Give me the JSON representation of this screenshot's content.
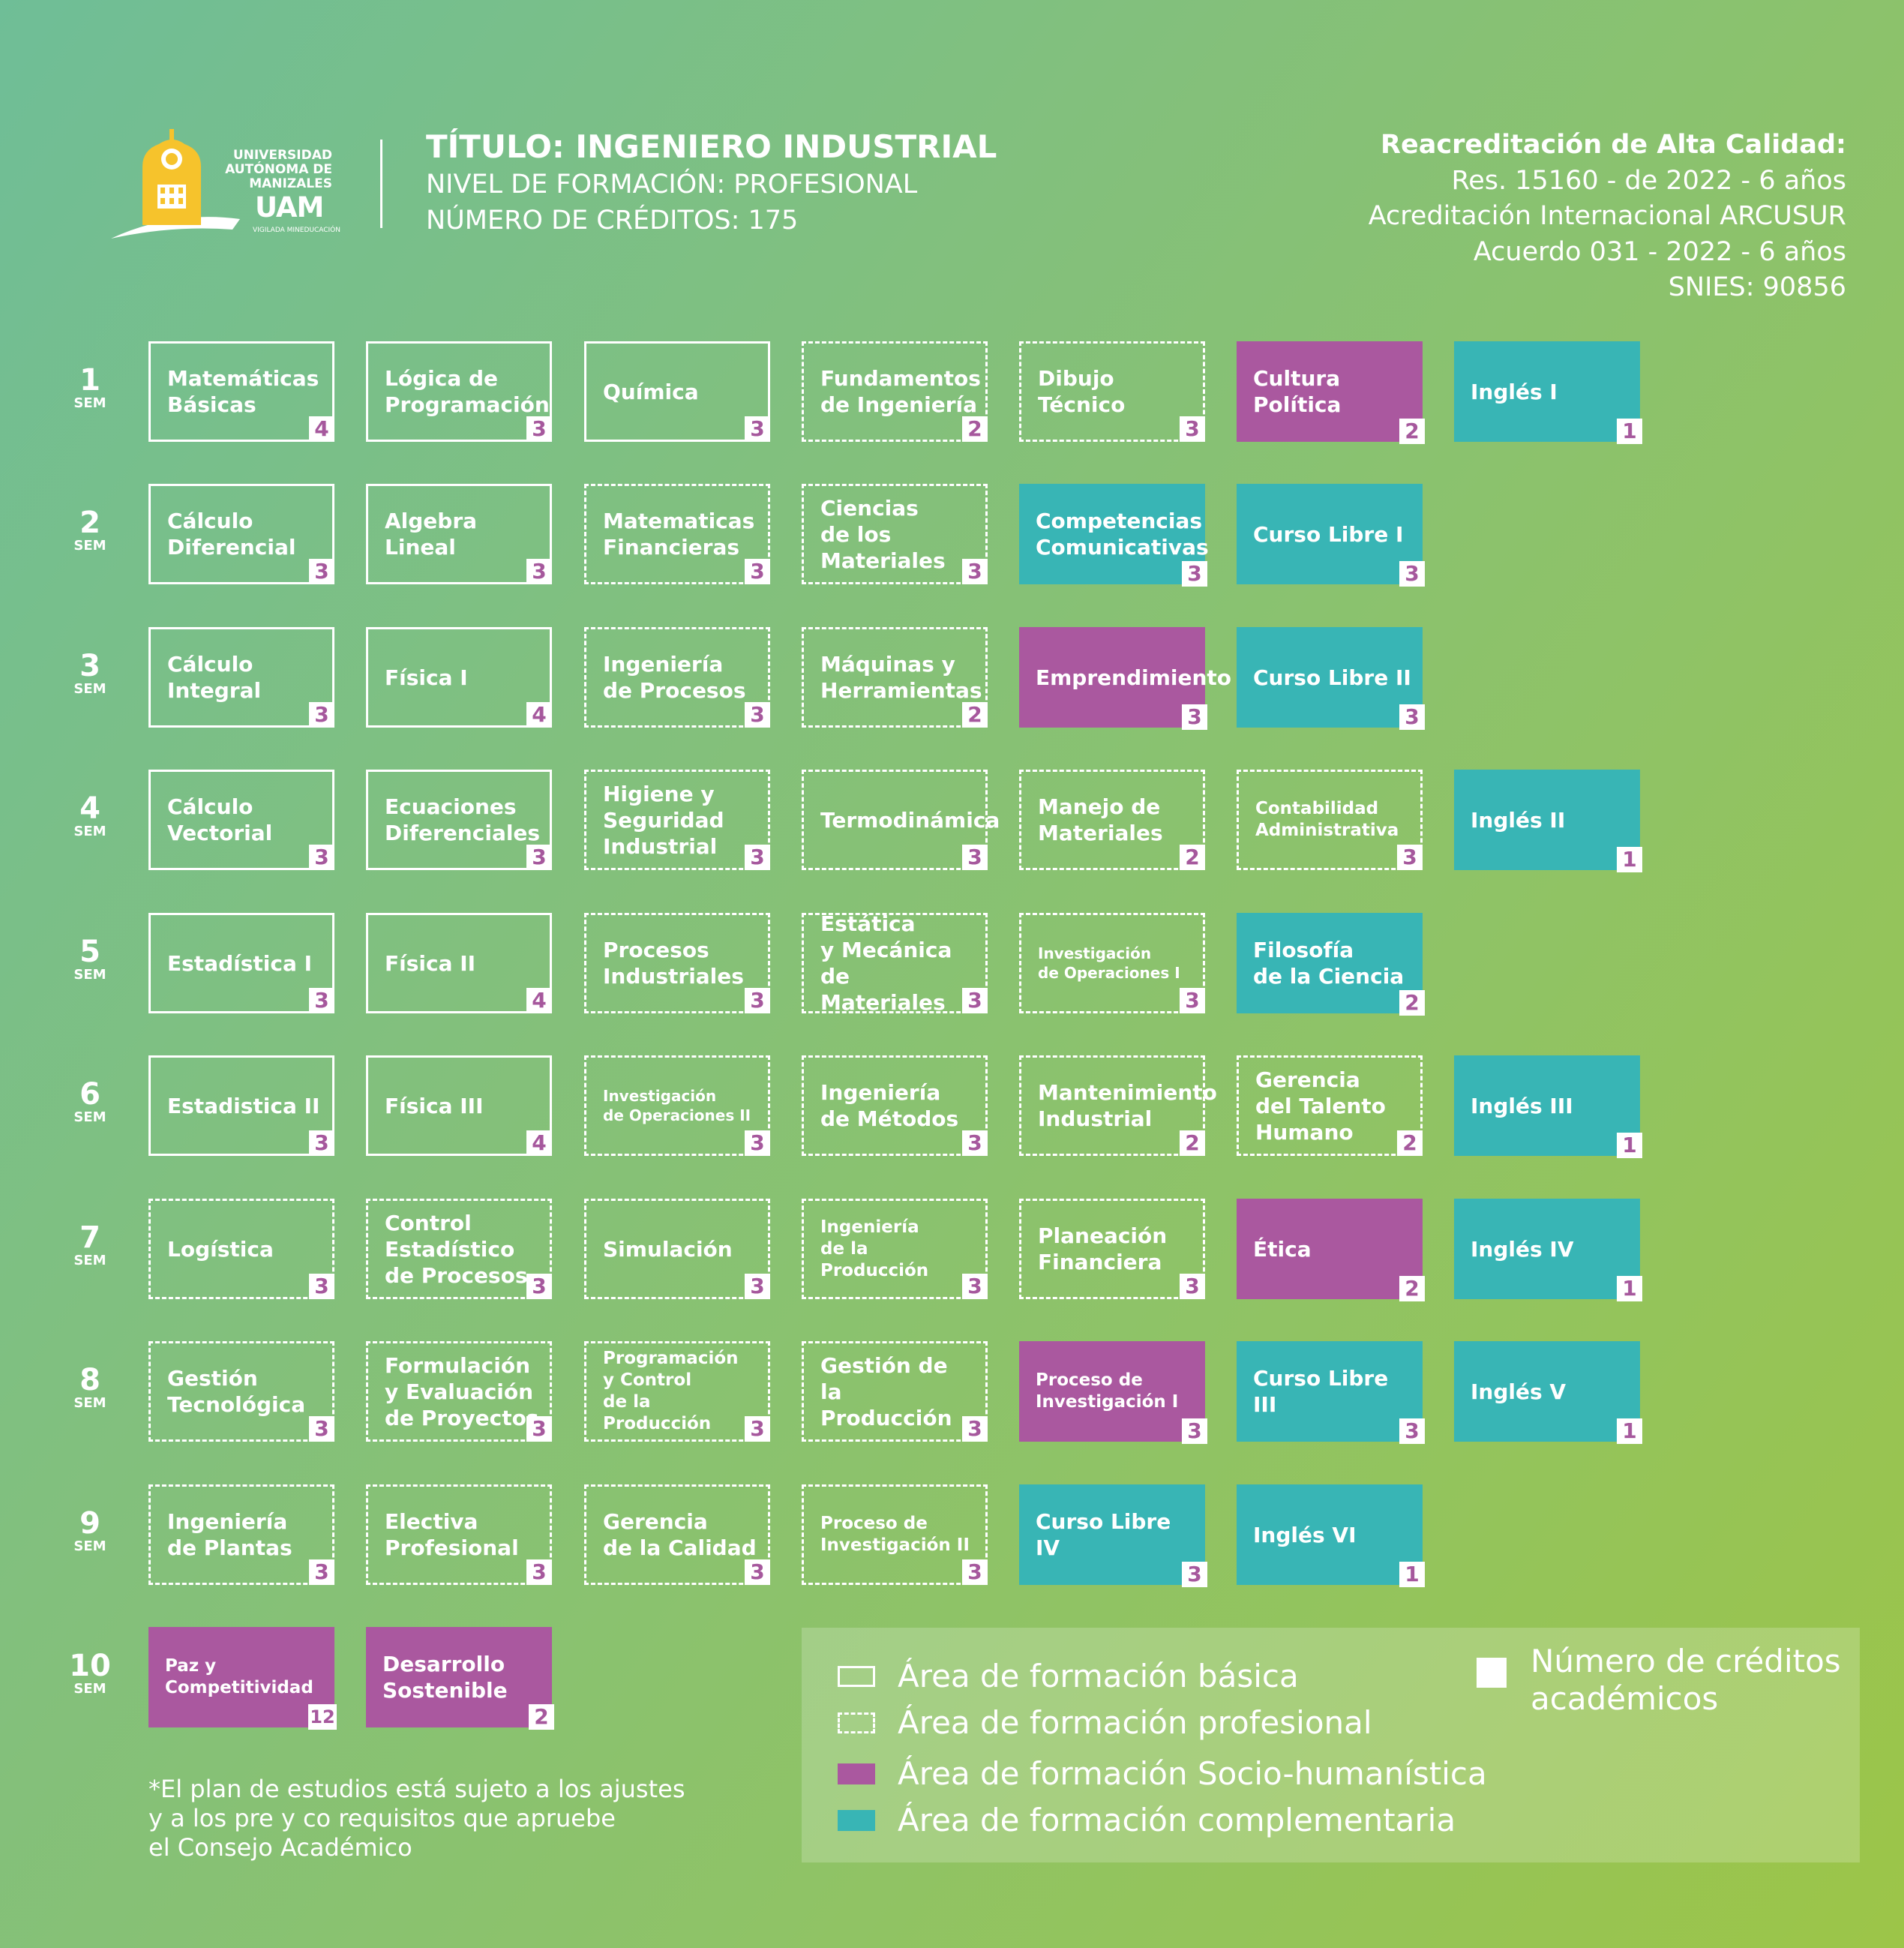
{
  "logo": {
    "lines": [
      "UNIVERSIDAD",
      "AUTÓNOMA DE",
      "MANIZALES"
    ],
    "uam": "UAM",
    "sub": "VIGILADA MINEDUCACIÓN"
  },
  "title": {
    "line1": "TÍTULO: INGENIERO INDUSTRIAL",
    "line2": "NIVEL DE FORMACIÓN: PROFESIONAL",
    "line3": "NÚMERO DE CRÉDITOS: 175"
  },
  "accreditation": {
    "heading": "Reacreditación de Alta Calidad:",
    "line1": "Res. 15160 - de 2022 - 6 años",
    "line2": "Acreditación Internacional ARCUSUR",
    "line3": "Acuerdo 031 - 2022 - 6 años",
    "line4": "SNIES: 90856"
  },
  "sem_label": "SEM",
  "semesters": [
    {
      "num": "1",
      "courses": [
        {
          "name": "Matemáticas\nBásicas",
          "credits": "4",
          "area": "basica"
        },
        {
          "name": "Lógica de\nProgramación",
          "credits": "3",
          "area": "basica"
        },
        {
          "name": "Química",
          "credits": "3",
          "area": "basica"
        },
        {
          "name": "Fundamentos\nde Ingeniería",
          "credits": "2",
          "area": "profesional"
        },
        {
          "name": "Dibujo\nTécnico",
          "credits": "3",
          "area": "profesional"
        },
        {
          "name": "Cultura\nPolítica",
          "credits": "2",
          "area": "socio"
        },
        {
          "name": "Inglés I",
          "credits": "1",
          "area": "comp"
        }
      ]
    },
    {
      "num": "2",
      "courses": [
        {
          "name": "Cálculo\nDiferencial",
          "credits": "3",
          "area": "basica"
        },
        {
          "name": "Algebra\nLineal",
          "credits": "3",
          "area": "basica"
        },
        {
          "name": "Matematicas\nFinancieras",
          "credits": "3",
          "area": "profesional"
        },
        {
          "name": "Ciencias\nde los\nMateriales",
          "credits": "3",
          "area": "profesional"
        },
        {
          "name": "Competencias\nComunicativas",
          "credits": "3",
          "area": "comp"
        },
        {
          "name": "Curso Libre I",
          "credits": "3",
          "area": "comp"
        }
      ]
    },
    {
      "num": "3",
      "courses": [
        {
          "name": "Cálculo\nIntegral",
          "credits": "3",
          "area": "basica"
        },
        {
          "name": "Física I",
          "credits": "4",
          "area": "basica"
        },
        {
          "name": "Ingeniería\nde Procesos",
          "credits": "3",
          "area": "profesional"
        },
        {
          "name": "Máquinas y\nHerramientas",
          "credits": "2",
          "area": "profesional"
        },
        {
          "name": "Emprendimiento",
          "credits": "3",
          "area": "socio"
        },
        {
          "name": "Curso Libre II",
          "credits": "3",
          "area": "comp"
        }
      ]
    },
    {
      "num": "4",
      "courses": [
        {
          "name": "Cálculo\nVectorial",
          "credits": "3",
          "area": "basica"
        },
        {
          "name": "Ecuaciones\nDiferenciales",
          "credits": "3",
          "area": "basica"
        },
        {
          "name": "Higiene y\nSeguridad\nIndustrial",
          "credits": "3",
          "area": "profesional"
        },
        {
          "name": "Termodinámica",
          "credits": "3",
          "area": "profesional"
        },
        {
          "name": "Manejo de\nMateriales",
          "credits": "2",
          "area": "profesional"
        },
        {
          "name": "Contabilidad\nAdministrativa",
          "credits": "3",
          "area": "profesional"
        },
        {
          "name": "Inglés II",
          "credits": "1",
          "area": "comp"
        }
      ]
    },
    {
      "num": "5",
      "courses": [
        {
          "name": "Estadística I",
          "credits": "3",
          "area": "basica"
        },
        {
          "name": "Física II",
          "credits": "4",
          "area": "basica"
        },
        {
          "name": "Procesos\nIndustriales",
          "credits": "3",
          "area": "profesional"
        },
        {
          "name": "Estática\ny Mecánica\nde Materiales",
          "credits": "3",
          "area": "profesional"
        },
        {
          "name": "Investigación\nde  Operaciones I",
          "credits": "3",
          "area": "profesional"
        },
        {
          "name": "Filosofía\nde la Ciencia",
          "credits": "2",
          "area": "comp"
        }
      ]
    },
    {
      "num": "6",
      "courses": [
        {
          "name": "Estadistica II",
          "credits": "3",
          "area": "basica"
        },
        {
          "name": "Física III",
          "credits": "4",
          "area": "basica"
        },
        {
          "name": "Investigación\nde Operaciones II",
          "credits": "3",
          "area": "profesional"
        },
        {
          "name": "Ingeniería\nde Métodos",
          "credits": "3",
          "area": "profesional"
        },
        {
          "name": "Mantenimiento\nIndustrial",
          "credits": "2",
          "area": "profesional"
        },
        {
          "name": "Gerencia\ndel Talento\nHumano",
          "credits": "2",
          "area": "profesional"
        },
        {
          "name": "Inglés III",
          "credits": "1",
          "area": "comp"
        }
      ]
    },
    {
      "num": "7",
      "courses": [
        {
          "name": "Logística",
          "credits": "3",
          "area": "profesional"
        },
        {
          "name": "Control\nEstadístico\nde Procesos",
          "credits": "3",
          "area": "profesional"
        },
        {
          "name": "Simulación",
          "credits": "3",
          "area": "profesional"
        },
        {
          "name": "Ingeniería\nde la Producción",
          "credits": "3",
          "area": "profesional"
        },
        {
          "name": "Planeación\nFinanciera",
          "credits": "3",
          "area": "profesional"
        },
        {
          "name": "Ética",
          "credits": "2",
          "area": "socio"
        },
        {
          "name": "Inglés IV",
          "credits": "1",
          "area": "comp"
        }
      ]
    },
    {
      "num": "8",
      "courses": [
        {
          "name": "Gestión\nTecnológica",
          "credits": "3",
          "area": "profesional"
        },
        {
          "name": "Formulación\ny Evaluación\nde Proyectos",
          "credits": "3",
          "area": "profesional"
        },
        {
          "name": "Programación\ny Control\nde la Producción",
          "credits": "3",
          "area": "profesional"
        },
        {
          "name": "Gestión de la\nProducción",
          "credits": "3",
          "area": "profesional"
        },
        {
          "name": "Proceso de\nInvestigación I",
          "credits": "3",
          "area": "socio"
        },
        {
          "name": "Curso Libre III",
          "credits": "3",
          "area": "comp"
        },
        {
          "name": "Inglés V",
          "credits": "1",
          "area": "comp"
        }
      ]
    },
    {
      "num": "9",
      "courses": [
        {
          "name": "Ingeniería\nde Plantas",
          "credits": "3",
          "area": "profesional"
        },
        {
          "name": "Electiva\nProfesional",
          "credits": "3",
          "area": "profesional"
        },
        {
          "name": "Gerencia\nde la Calidad",
          "credits": "3",
          "area": "profesional"
        },
        {
          "name": "Proceso de\nInvestigación II",
          "credits": "3",
          "area": "profesional"
        },
        {
          "name": "Curso Libre IV",
          "credits": "3",
          "area": "comp"
        },
        {
          "name": "Inglés VI",
          "credits": "1",
          "area": "comp"
        }
      ]
    },
    {
      "num": "10",
      "courses": [
        {
          "name": "Paz y\nCompetitividad",
          "credits": "12",
          "area": "socio"
        },
        {
          "name": "Desarrollo\nSostenible",
          "credits": "2",
          "area": "socio"
        }
      ]
    }
  ],
  "legend": {
    "basica": "Área de formación básica",
    "profesional": "Área de formación profesional",
    "socio": "Área de formación Socio-humanística",
    "comp": "Área de formación complementaria",
    "credits": "Número de créditos académicos"
  },
  "footnote": "*El plan de estudios está sujeto a los ajustes\ny a los pre y co requisitos que apruebe\nel Consejo Académico",
  "colors": {
    "socio": "#aa589f",
    "comp": "#38b5b5",
    "credit_text": "#a6589d",
    "logo_yellow": "#f6c32c"
  }
}
